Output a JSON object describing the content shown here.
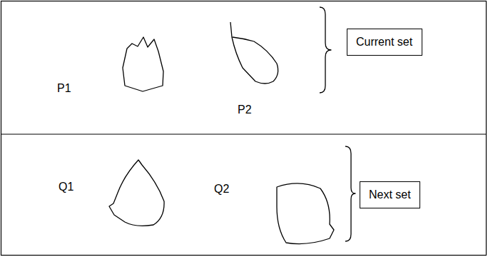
{
  "diagram": {
    "nodes": [
      {
        "text": [
          "Current set"
        ]
      },
      {
        "text": [
          "Next set"
        ]
      }
    ],
    "labels": [
      "P1",
      "P2",
      "Q1",
      "Q2"
    ]
  }
}
